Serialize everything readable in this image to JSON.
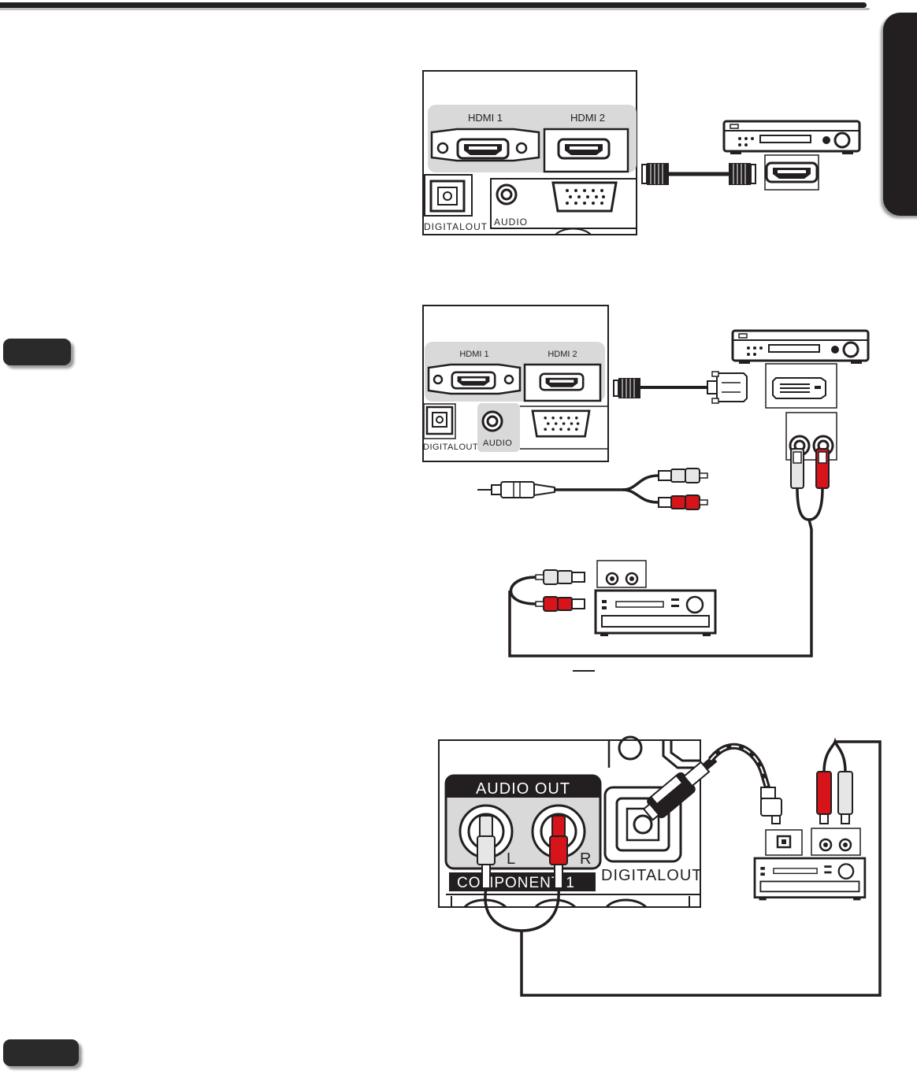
{
  "diagram1": {
    "hdmi1": "HDMI 1",
    "hdmi2": "HDMI 2",
    "digital_out": "DIGITALOUT",
    "audio": "AUDIO"
  },
  "diagram2": {
    "hdmi1": "HDMI 1",
    "hdmi2": "HDMI 2",
    "digital_out": "DIGITALOUT",
    "audio": "AUDIO"
  },
  "diagram3": {
    "audio_out": "AUDIO OUT",
    "left": "L",
    "right": "R",
    "component": "COMPONENT  1",
    "digital_out": "DIGITALOUT"
  },
  "colors": {
    "dark": "#231f20",
    "panel_gray": "#d9d9d9",
    "red_plug": "#d7141a",
    "white_plug": "#e6e6e6"
  }
}
